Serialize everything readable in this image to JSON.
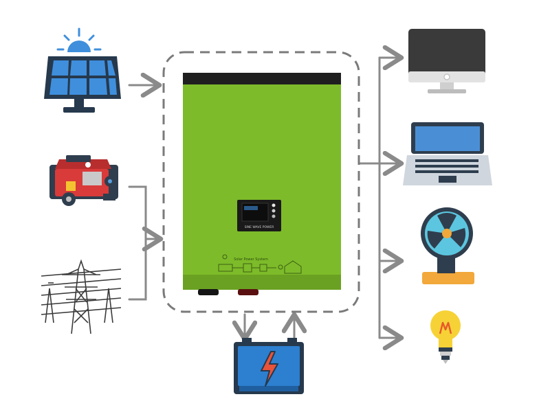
{
  "inverter": {
    "display_caption": "SINE WAVE POWER",
    "panel_title": "Solar Power System",
    "body_color": "#7dbb2a",
    "top_color": "#1f1f1f"
  },
  "sources": [
    {
      "name": "solar-panel",
      "icon": "solar-panel-icon"
    },
    {
      "name": "generator",
      "icon": "generator-icon"
    },
    {
      "name": "power-grid",
      "icon": "transmission-tower-icon"
    }
  ],
  "loads": [
    {
      "name": "desktop-monitor",
      "icon": "monitor-icon"
    },
    {
      "name": "laptop",
      "icon": "laptop-icon"
    },
    {
      "name": "fan",
      "icon": "fan-icon"
    },
    {
      "name": "light-bulb",
      "icon": "light-bulb-icon"
    }
  ],
  "storage": {
    "name": "battery",
    "icon": "battery-icon"
  },
  "colors": {
    "arrow": "#8a8a8a",
    "dashed_border": "#7a7a7a",
    "battery_blue": "#2d7fd0",
    "bolt": "#e8533a"
  }
}
